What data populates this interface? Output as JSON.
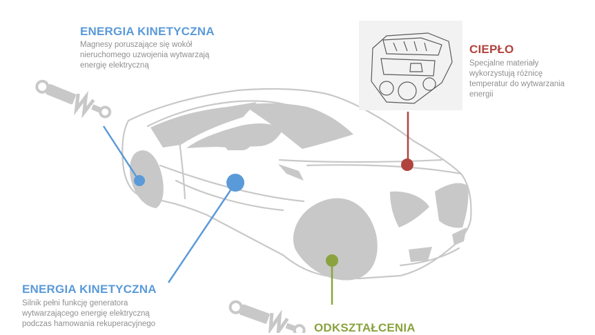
{
  "colors": {
    "kinetic": "#5a9ad8",
    "heat": "#b0433d",
    "deformation": "#8aa33f",
    "car": "#c8c8c8",
    "text": "#8f8f8f"
  },
  "icons": [
    "shock-absorber-icon",
    "engine-illustration",
    "car-illustration"
  ],
  "labels": {
    "kinetic_top": {
      "title": "ENERGIA KINETYCZNA",
      "lines": [
        "Magnesy poruszające się wokół",
        "nieruchomego uzwojenia wytwarzają",
        "energię elektryczną"
      ]
    },
    "heat": {
      "title": "CIEPŁO",
      "lines": [
        "Specjalne materiały",
        "wykorzystują różnicę",
        "temperatur do wytwarzania",
        "energii"
      ]
    },
    "kinetic_bottom": {
      "title": "ENERGIA KINETYCZNA",
      "lines": [
        "Silnik pełni funkcję generatora",
        "wytwarzającego energię elektryczną",
        "podczas hamowania rekuperacyjnego"
      ]
    },
    "deformation": {
      "title": "ODKSZTAŁCENIA"
    }
  }
}
